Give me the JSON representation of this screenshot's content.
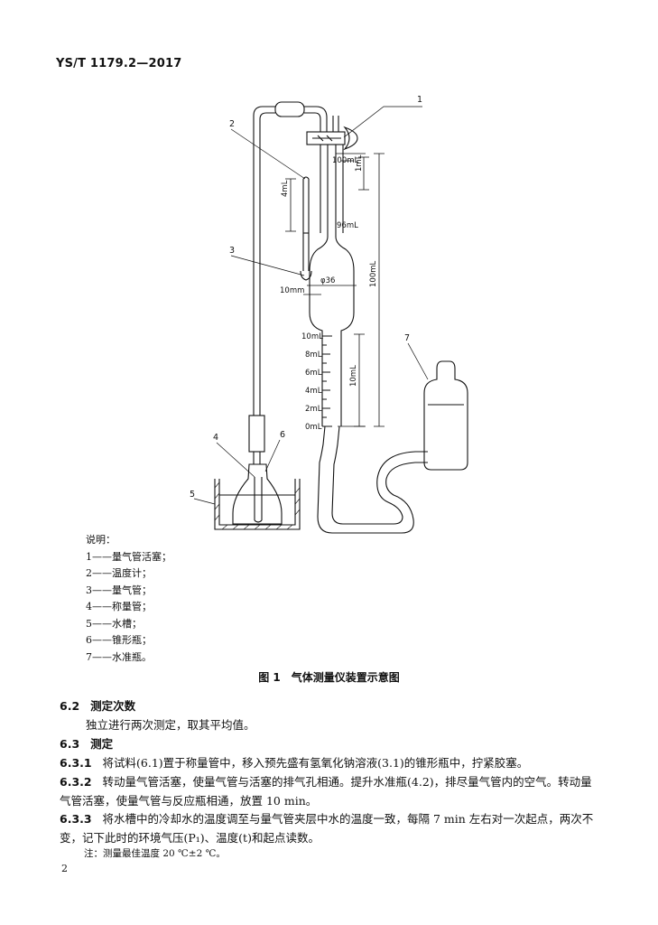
{
  "header": {
    "standard_code": "YS/T 1179.2—2017"
  },
  "figure": {
    "callouts": [
      "1",
      "2",
      "3",
      "4",
      "5",
      "6",
      "7"
    ],
    "labels": {
      "ml100_top": "100mL",
      "ml1": "1mL",
      "ml4": "4mL",
      "ml96": "96mL",
      "dia36": "φ36",
      "mm10": "10mm",
      "ml100_side": "100mL",
      "ml10_side": "10mL",
      "scale": [
        "10mL",
        "8mL",
        "6mL",
        "4mL",
        "2mL",
        "0mL"
      ]
    }
  },
  "legend": {
    "title": "说明：",
    "items": [
      "1——量气管活塞；",
      "2——温度计；",
      "3——量气管；",
      "4——称量管；",
      "5——水槽；",
      "6——锥形瓶；",
      "7——水准瓶。"
    ]
  },
  "figure_caption": "图 1　气体测量仪装置示意图",
  "sections": {
    "s62_num": "6.2",
    "s62_title": "测定次数",
    "s62_text": "独立进行两次测定，取其平均值。",
    "s63_num": "6.3",
    "s63_title": "测定",
    "s631_num": "6.3.1",
    "s631_text": "将试料(6.1)置于称量管中，移入预先盛有氢氧化钠溶液(3.1)的锥形瓶中，拧紧胶塞。",
    "s632_num": "6.3.2",
    "s632_text": "转动量气管活塞，使量气管与活塞的排气孔相通。提升水准瓶(4.2)，排尽量气管内的空气。转动量气管活塞，使量气管与反应瓶相通，放置 10 min。",
    "s633_num": "6.3.3",
    "s633_text": "将水槽中的冷却水的温度调至与量气管夹层中水的温度一致，每隔 7 min 左右对一次起点，两次不变，记下此时的环境气压(P₁)、温度(t)和起点读数。",
    "note": "注：测量最佳温度 20 ℃±2 ℃。"
  },
  "page_number": "2"
}
